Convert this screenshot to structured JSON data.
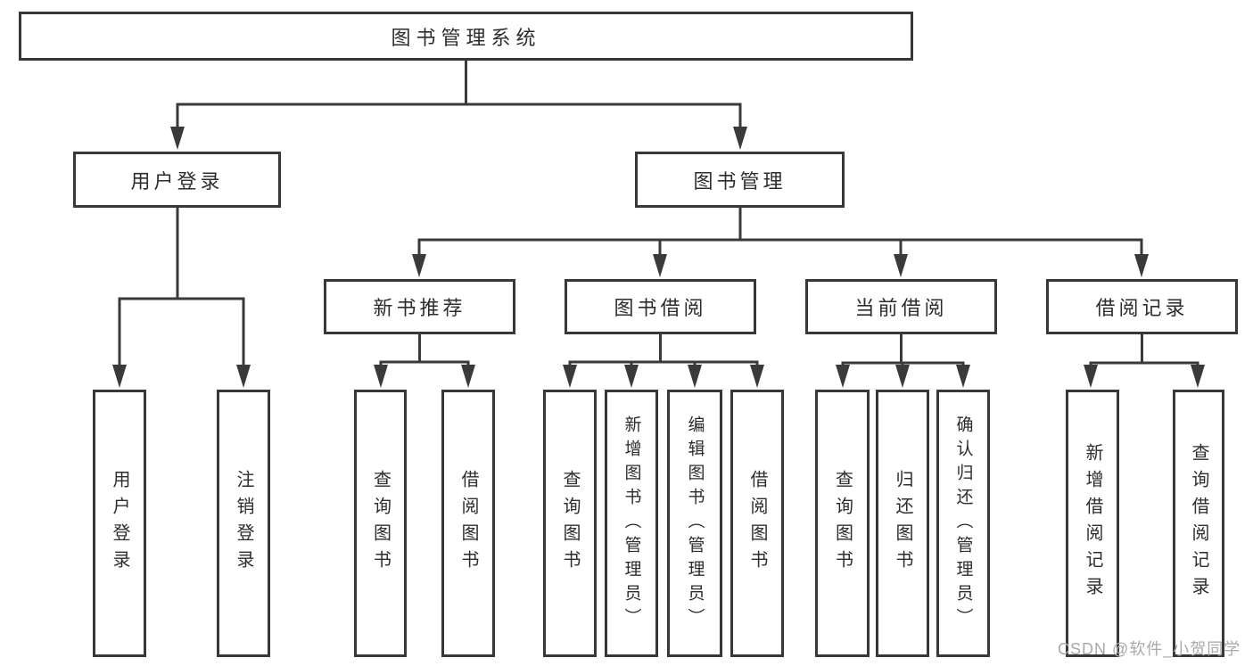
{
  "tree": {
    "root": {
      "label": "图书管理系统"
    },
    "branches": [
      {
        "label": "用户登录",
        "children": [
          {
            "label": "用户登录"
          },
          {
            "label": "注销登录"
          }
        ]
      },
      {
        "label": "图书管理",
        "children": [
          {
            "label": "新书推荐",
            "children": [
              {
                "label": "查询图书"
              },
              {
                "label": "借阅图书"
              }
            ]
          },
          {
            "label": "图书借阅",
            "children": [
              {
                "label": "查询图书"
              },
              {
                "label": "新增图书（管理员）"
              },
              {
                "label": "编辑图书（管理员）"
              },
              {
                "label": "借阅图书"
              }
            ]
          },
          {
            "label": "当前借阅",
            "children": [
              {
                "label": "查询图书"
              },
              {
                "label": "归还图书"
              },
              {
                "label": "确认归还（管理员）"
              }
            ]
          },
          {
            "label": "借阅记录",
            "children": [
              {
                "label": "新增借阅记录"
              },
              {
                "label": "查询借阅记录"
              }
            ]
          }
        ]
      }
    ]
  },
  "watermark": {
    "text": "CSDN @软件_小贺同学"
  },
  "colors": {
    "line": "#3a3a3a",
    "box_border": "#383838",
    "text": "#2d2d2d",
    "watermark": "#a9a9a9",
    "background": "#ffffff"
  }
}
